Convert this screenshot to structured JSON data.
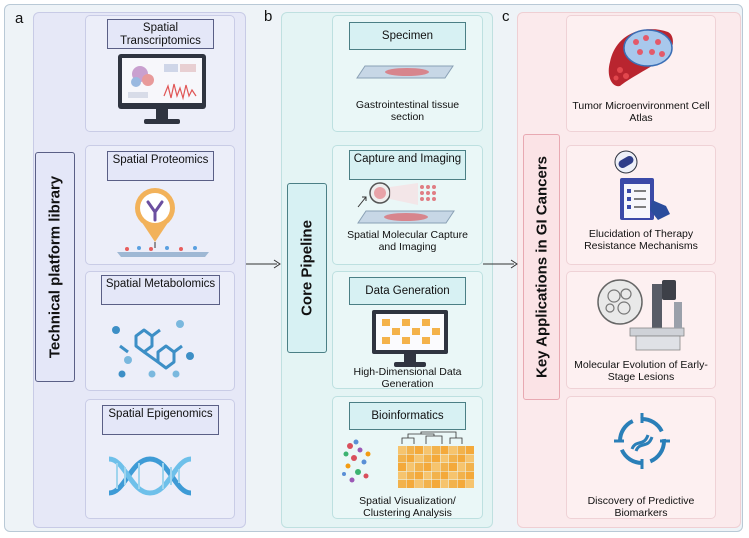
{
  "panels": {
    "a": "a",
    "b": "b",
    "c": "c"
  },
  "platform": {
    "label": "Technical platform library",
    "items": [
      {
        "title": "Spatial Transcriptomics"
      },
      {
        "title": "Spatial Proteomics"
      },
      {
        "title": "Spatial Metabolomics"
      },
      {
        "title": "Spatial Epigenomics"
      }
    ]
  },
  "pipeline": {
    "label": "Core Pipeline",
    "steps": [
      {
        "title": "Specimen",
        "caption": "Gastrointestinal tissue section"
      },
      {
        "title": "Capture and Imaging",
        "caption": "Spatial Molecular Capture and Imaging"
      },
      {
        "title": "Data Generation",
        "caption": "High-Dimensional Data Generation"
      },
      {
        "title": "Bioinformatics",
        "caption": "Spatial Visualization/ Clustering Analysis"
      }
    ]
  },
  "applications": {
    "label": "Key Applications in GI Cancers",
    "items": [
      {
        "caption": "Tumor Microenvironment Cell Atlas"
      },
      {
        "caption": "Elucidation of Therapy Resistance Mechanisms"
      },
      {
        "caption": "Molecular Evolution of Early-Stage Lesions"
      },
      {
        "caption": "Discovery of Predictive Biomarkers"
      }
    ]
  },
  "icons": [
    "monitor-icon",
    "antibody-icon",
    "molecules-icon",
    "dna-helix-icon",
    "tissue-slide-icon",
    "imaging-icon",
    "heatmap-monitor-icon",
    "cluster-heatmap-icon",
    "tumor-vessel-icon",
    "drug-clipboard-icon",
    "microscope-icon",
    "biomarker-target-icon"
  ],
  "colors": {
    "col_a": "#e6e8f7",
    "col_b": "#e4f4f4",
    "col_c": "#fbeaec",
    "accent_orange": "#f4b24a",
    "tissue_red": "#d9777c"
  }
}
